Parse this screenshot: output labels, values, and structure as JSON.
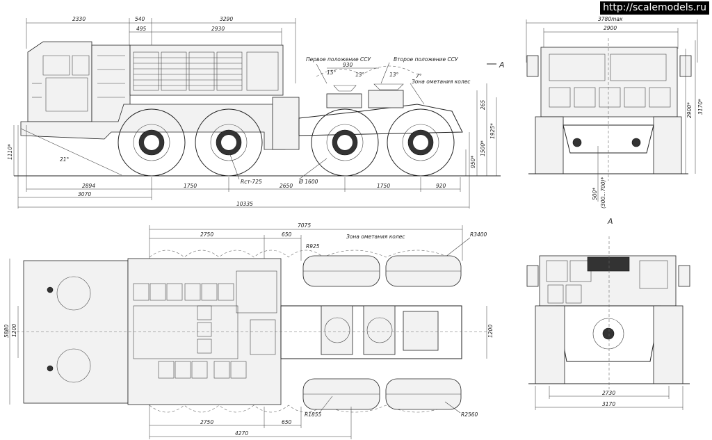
{
  "watermark": "http://scalemodels.ru",
  "side_view": {
    "top_dims": [
      "2330",
      "540",
      "3290",
      "495",
      "2930"
    ],
    "labels": {
      "first_position": "Первое положение ССУ",
      "second_position": "Второе положение ССУ",
      "wheel_zone": "Зона ометания колес",
      "val_930": "930",
      "angle_1": "13°",
      "angle_2": "15°",
      "angle_3": "13°",
      "angle_4": "7°",
      "view_a": "A"
    },
    "right_dims": [
      "265",
      "1925*",
      "1500*",
      "950*"
    ],
    "left_dims": [
      "1110*"
    ],
    "approach_angle": "21°",
    "wheel_diameter": "Ø 1600",
    "radius": "Rст-725",
    "bottom_row1": [
      "2894",
      "1750",
      "2650",
      "1750",
      "920"
    ],
    "bottom_row2": [
      "3070"
    ],
    "overall_length": "10335"
  },
  "front_view": {
    "top_dims": [
      "3780max",
      "2900"
    ],
    "right_dims": [
      "2900*",
      "3170*"
    ],
    "bottom_dims": [
      "500*",
      "(300...700)*"
    ]
  },
  "top_view": {
    "top_dims": [
      "7075",
      "2750",
      "650",
      "R925",
      "R3400"
    ],
    "wheel_zone": "Зона ометания колес",
    "left_dims": [
      "5880",
      "1200"
    ],
    "right_dim": "1200",
    "radii": [
      "R1855",
      "R2560"
    ],
    "bottom_dims": [
      "2750",
      "650",
      "4270"
    ]
  },
  "rear_view": {
    "title": "A",
    "bottom_dims": [
      "2730",
      "3170"
    ]
  }
}
